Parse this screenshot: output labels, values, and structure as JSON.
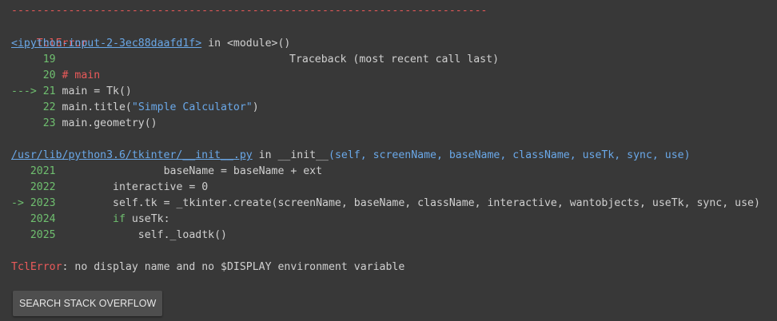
{
  "traceback": {
    "dashes": "---------------------------------------------------------------------------",
    "error_name": "TclError",
    "header_label": "Traceback (most recent call last)",
    "frame1": {
      "link": "<ipython-input-2-3ec88daafd1f>",
      "in_text": " in ",
      "location": "<module>()",
      "lines": [
        {
          "arrow": "    ",
          "num": " 19",
          "code": ""
        },
        {
          "arrow": "    ",
          "num": " 20",
          "code": " # main"
        },
        {
          "arrow": "--->",
          "num": " 21",
          "code": " main = Tk()"
        },
        {
          "arrow": "    ",
          "num": " 22",
          "code_pre": " main.title(",
          "code_str": "\"Simple Calculator\"",
          "code_post": ")"
        },
        {
          "arrow": "    ",
          "num": " 23",
          "code": " main.geometry()"
        }
      ]
    },
    "frame2": {
      "link": "/usr/lib/python3.6/tkinter/__init__.py",
      "in_text": " in ",
      "func": "__init__",
      "args": "(self, screenName, baseName, className, useTk, sync, use)",
      "lines": [
        {
          "arrow": "   ",
          "num": "2021",
          "code_plain": "                 baseName = baseName + ext"
        },
        {
          "arrow": "   ",
          "num": "2022",
          "code_plain": "         interactive = 0"
        },
        {
          "arrow": "-> ",
          "num": "2023",
          "code_plain": "         self.tk = _tkinter.create(screenName, baseName, className, interactive, wantobjects, useTk, sync, use)"
        },
        {
          "arrow": "   ",
          "num": "2024",
          "kw": "         if",
          "code_plain": " useTk:"
        },
        {
          "arrow": "   ",
          "num": "2025",
          "code_plain": "             self._loadtk()"
        }
      ]
    },
    "final_error_name": "TclError",
    "final_message": ": no display name and no $DISPLAY environment variable"
  },
  "actions": {
    "search_label": "SEARCH STACK OVERFLOW"
  }
}
